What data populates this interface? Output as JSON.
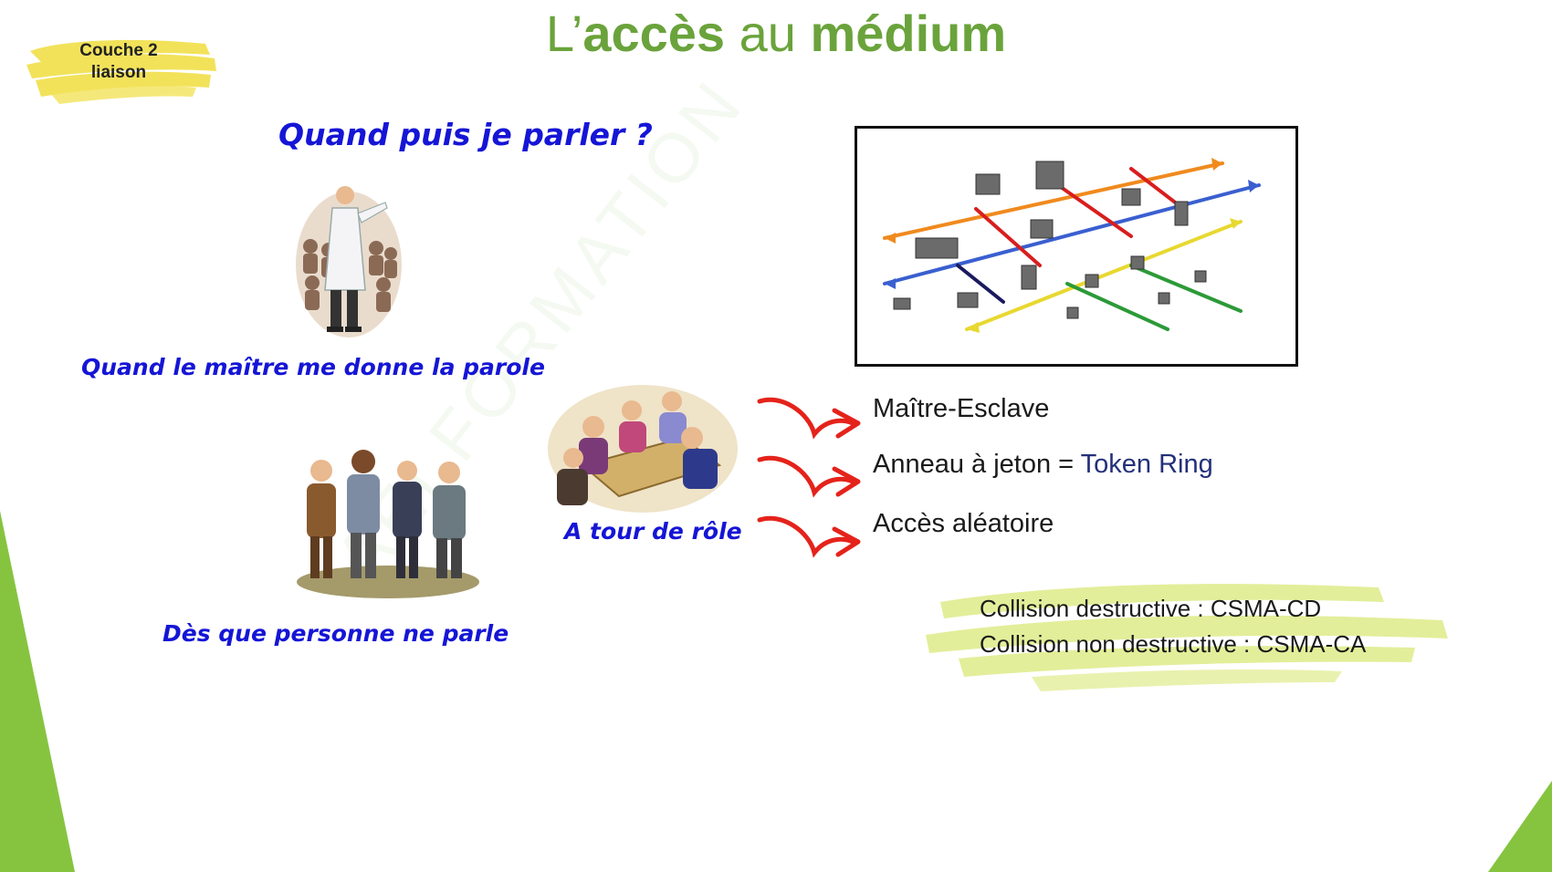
{
  "slide": {
    "title": {
      "part1": "L’",
      "part2": "accès",
      "part3": " au ",
      "part4": "médium"
    },
    "badge": {
      "line1": "Couche 2",
      "line2": "liaison"
    },
    "question": "Quand puis je parler ?",
    "captions": {
      "master": "Quand le maître me donne la parole",
      "turn": "A tour de rôle",
      "random": "Dès que personne ne parle"
    },
    "methods": {
      "master_slave": "Maître-Esclave",
      "token_prefix": "Anneau à jeton = ",
      "token_ring": "Token Ring",
      "random_access": "Accès aléatoire"
    },
    "collisions": {
      "destructive": "Collision destructive : CSMA-CD",
      "non_destructive": "Collision non destructive : CSMA-CA"
    },
    "watermark": "AEI FORMATION",
    "colors": {
      "title_green": "#6aa33b",
      "caption_blue": "#1515d6",
      "token_text": "#23307a",
      "highlight_yellow": "#f2e25a",
      "highlight_green": "#e3ee9a",
      "arrow_red": "#e4231b",
      "corner_green": "#86c440"
    },
    "icons": [
      "teacher-clipart",
      "meeting-clipart",
      "group-talk-clipart",
      "network-diagram",
      "red-curved-arrow"
    ]
  }
}
